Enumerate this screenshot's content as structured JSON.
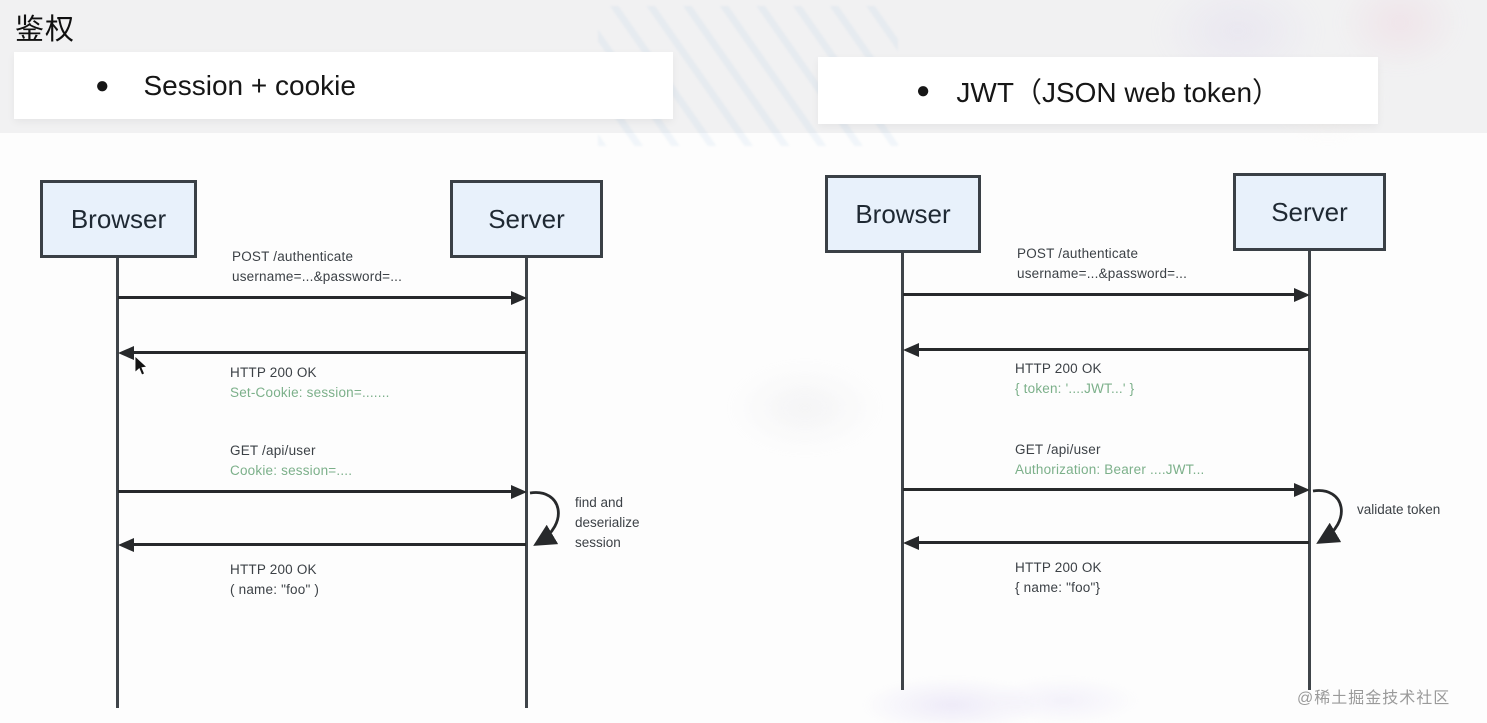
{
  "page": {
    "title": "鉴权",
    "watermark": "@稀土掘金技术社区"
  },
  "colors": {
    "green_text": "#7cb08a",
    "actor_fill": "#e8f1fb",
    "actor_border": "#3a4046",
    "arrow": "#27292b",
    "card_bg": "#ffffff",
    "page_bg": "#f1f1f2"
  },
  "panels": [
    {
      "bullet": "Session + cookie",
      "actors": {
        "left": "Browser",
        "right": "Server"
      },
      "messages": [
        {
          "l1": "POST /authenticate",
          "l2": "username=...&password=..."
        },
        {
          "l1": "HTTP 200 OK",
          "l2": "Set-Cookie: session=......."
        },
        {
          "l1": "GET /api/user",
          "l2": "Cookie: session=...."
        },
        {
          "l1": "HTTP 200 OK",
          "l2": "( name: \"foo\" )"
        }
      ],
      "note": {
        "l1": "find and",
        "l2": "deserialize",
        "l3": "session"
      }
    },
    {
      "bullet": "JWT（JSON web token）",
      "actors": {
        "left": "Browser",
        "right": "Server"
      },
      "messages": [
        {
          "l1": "POST /authenticate",
          "l2": "username=...&password=..."
        },
        {
          "l1": "HTTP 200 OK",
          "l2": "{ token: '....JWT...' }"
        },
        {
          "l1": "GET /api/user",
          "l2": "Authorization: Bearer ....JWT..."
        },
        {
          "l1": "HTTP 200 OK",
          "l2": "{ name: \"foo\"}"
        }
      ],
      "note": {
        "l1": "validate token"
      }
    }
  ]
}
